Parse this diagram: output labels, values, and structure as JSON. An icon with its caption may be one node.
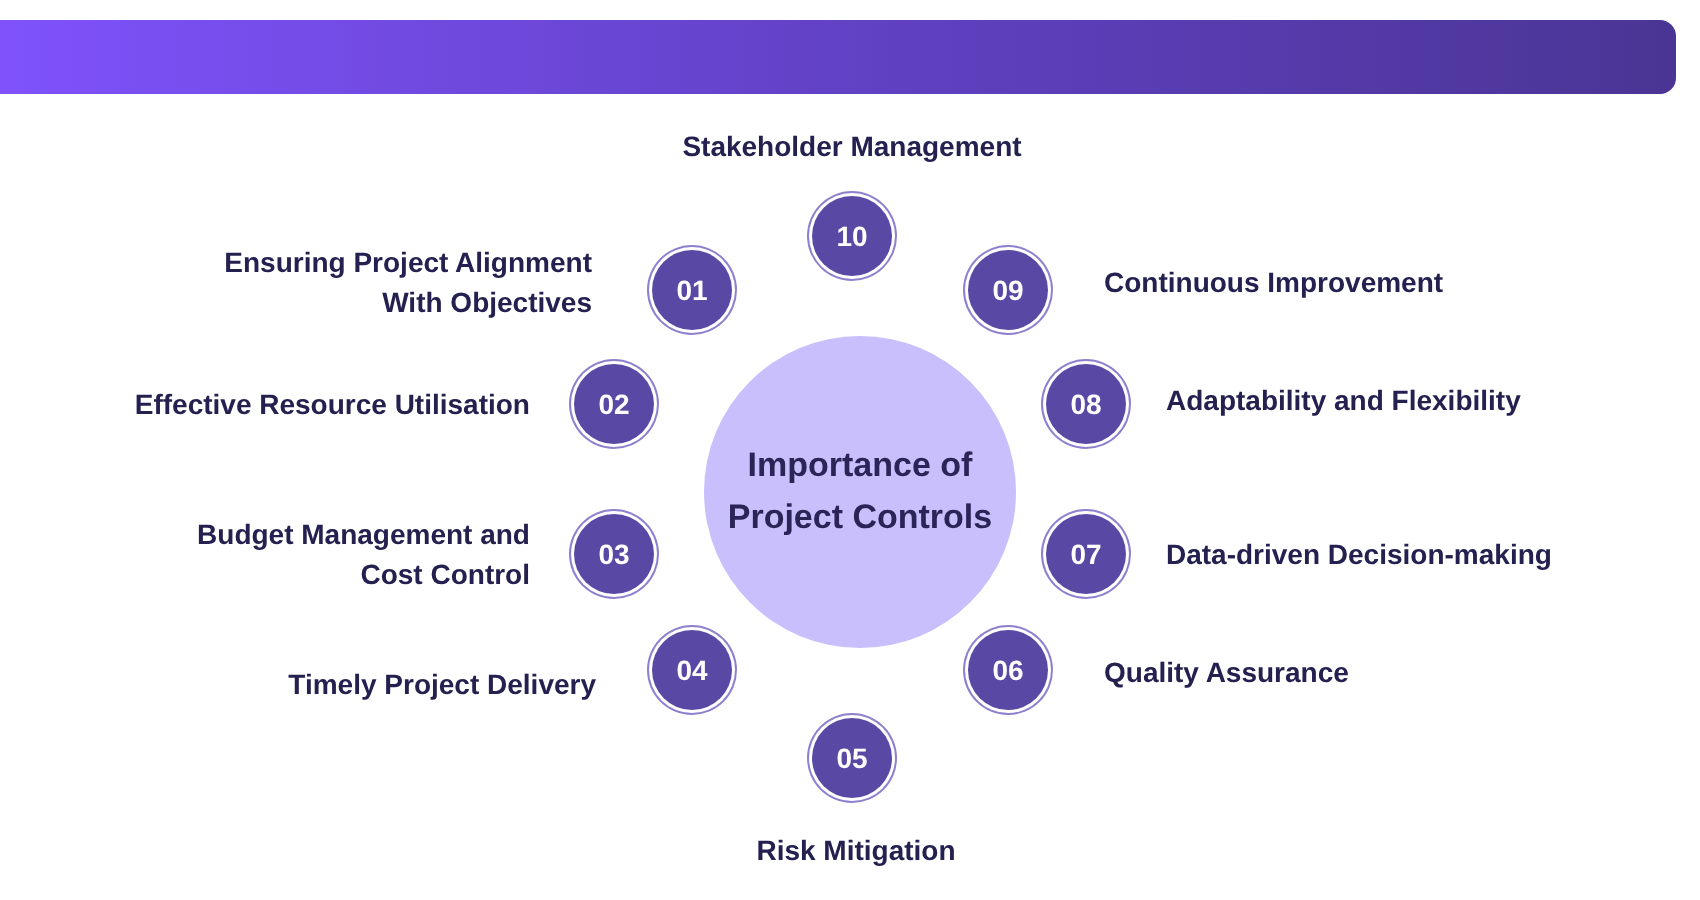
{
  "diagram": {
    "nodes": [
      {
        "text": [
          "Importance of Project Controls"
        ]
      },
      {
        "text": [
          "01"
        ],
        "beside": [
          "Ensuring Project Alignment With Objectives"
        ]
      },
      {
        "text": [
          "02"
        ],
        "beside": [
          "Effective Resource Utilisation"
        ]
      },
      {
        "text": [
          "03"
        ],
        "beside": [
          "Budget Management and Cost Control"
        ]
      },
      {
        "text": [
          "04"
        ],
        "beside": [
          "Timely Project Delivery"
        ]
      },
      {
        "text": [
          "05"
        ],
        "beside": [
          "Risk Mitigation"
        ]
      },
      {
        "text": [
          "06"
        ],
        "beside": [
          "Quality Assurance"
        ]
      },
      {
        "text": [
          "07"
        ],
        "beside": [
          "Data-driven Decision-making"
        ]
      },
      {
        "text": [
          "08"
        ],
        "beside": [
          "Adaptability and Flexibility"
        ]
      },
      {
        "text": [
          "09"
        ],
        "beside": [
          "Continuous Improvement"
        ]
      },
      {
        "text": [
          "10"
        ],
        "beside": [
          "Stakeholder Management"
        ]
      }
    ]
  }
}
